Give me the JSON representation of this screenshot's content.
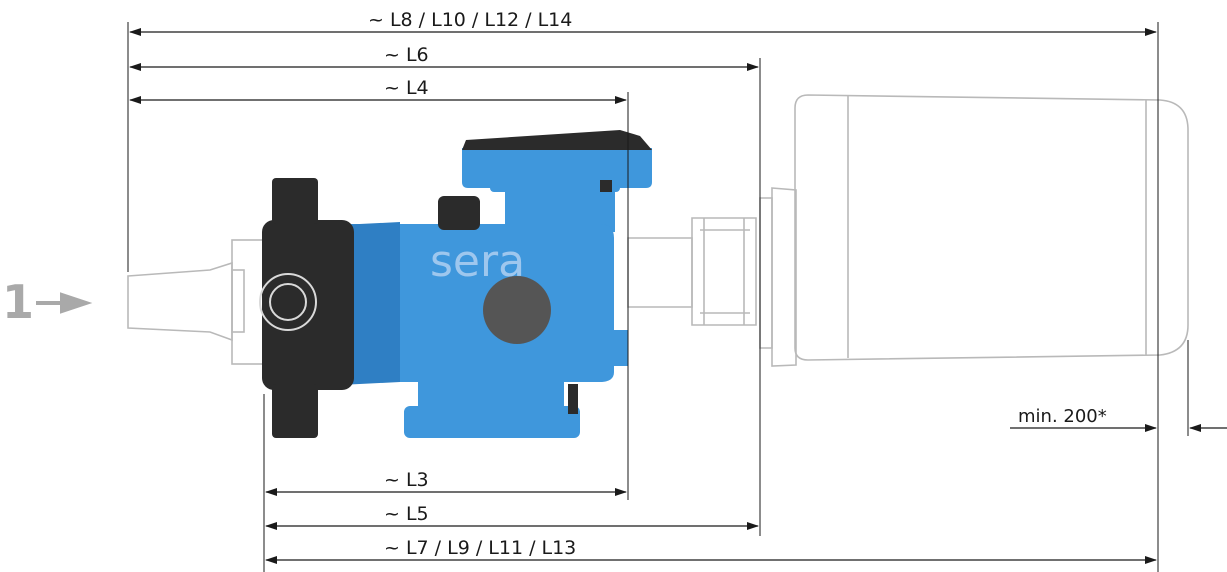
{
  "dimensions": {
    "top": {
      "overall": "~ L8 / L10 / L12 / L14",
      "l6": "~ L6",
      "l4": "~ L4"
    },
    "bottom": {
      "l3": "~ L3",
      "l5": "~ L5",
      "overall": "~ L7 / L9 / L11 / L13"
    },
    "clearance": "min. 200*"
  },
  "callout": {
    "number": "1"
  },
  "pump": {
    "brand": "sera"
  },
  "colors": {
    "pump_blue": "#3f97dc",
    "pump_blue_dark": "#2f7fc4",
    "head_black": "#2b2b2b",
    "outline_gray": "#b9b9b9",
    "dim_line": "#1a1a1a",
    "callout_gray": "#a9a9a9"
  }
}
